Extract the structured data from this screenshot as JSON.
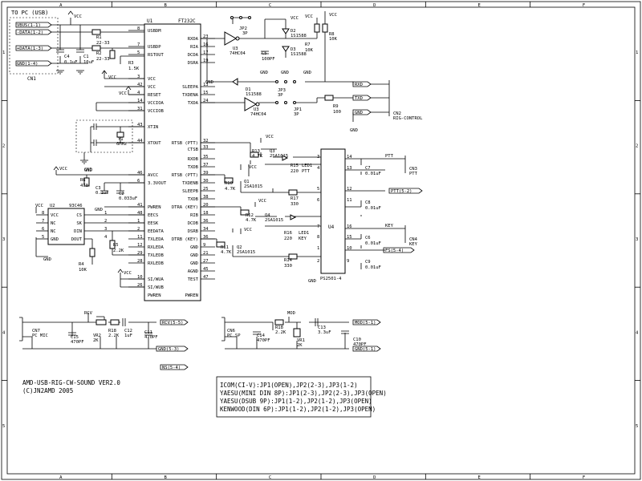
{
  "frame": {
    "cols_top": [
      "A",
      "B",
      "C",
      "D",
      "E",
      "F"
    ],
    "rows_left": [
      "1",
      "2",
      "3",
      "4",
      "5"
    ]
  },
  "cn1": {
    "title": "TO PC (USB)",
    "pins": [
      "VBUS(1-1)",
      "-DATA(1-2)",
      "+DATA(1-3)",
      "GND(1-4)"
    ],
    "ref": "CN1"
  },
  "u1": {
    "ref": "U1",
    "part": "FT232C",
    "left_pins": [
      {
        "name": "USBDM",
        "num": "8"
      },
      {
        "name": "USBDP",
        "num": "7"
      },
      {
        "name": "RSTOUT",
        "num": "5"
      },
      {
        "name": "VCC",
        "num": "3"
      },
      {
        "name": "VCC",
        "num": "42"
      },
      {
        "name": "RESET",
        "num": "4"
      },
      {
        "name": "VCCIOA",
        "num": "14"
      },
      {
        "name": "VCCIOB",
        "num": "31"
      },
      {
        "name": "XTIN",
        "num": "43"
      },
      {
        "name": "XTOUT",
        "num": "44"
      },
      {
        "name": "AVCC",
        "num": "46"
      },
      {
        "name": "3.3VOUT",
        "num": "6"
      },
      {
        "name": "PWREN",
        "num": "41"
      },
      {
        "name": "EECS",
        "num": "48"
      },
      {
        "name": "EESK",
        "num": "1"
      },
      {
        "name": "EEDATA",
        "num": "2"
      },
      {
        "name": "TXLEDA",
        "num": "11"
      },
      {
        "name": "RXLEDA",
        "num": "12"
      },
      {
        "name": "TXLEDB",
        "num": "29"
      },
      {
        "name": "RXLEDB",
        "num": "28"
      },
      {
        "name": "SI/WUA",
        "num": "10"
      },
      {
        "name": "SI/WUB",
        "num": "26"
      },
      {
        "name": "PWREN",
        "num": ""
      }
    ],
    "right_pins": [
      {
        "name": "RXDA",
        "num": "23"
      },
      {
        "name": "RIA",
        "num": "16"
      },
      {
        "name": "DCDA",
        "num": "17"
      },
      {
        "name": "DSRA",
        "num": "19"
      },
      {
        "name": "SLEEPA",
        "num": "13"
      },
      {
        "name": "TXDENA",
        "num": "15"
      },
      {
        "name": "TXDA",
        "num": "24"
      },
      {
        "name": "RTSB (PTT)",
        "num": "32"
      },
      {
        "name": "CTSB",
        "num": "33"
      },
      {
        "name": "RXDB",
        "num": "35"
      },
      {
        "name": "TXDB",
        "num": "37"
      },
      {
        "name": "RTSB (PTT)",
        "num": "39"
      },
      {
        "name": "TXDENB",
        "num": "30"
      },
      {
        "name": "SLEEPB",
        "num": "25"
      },
      {
        "name": "TXDB",
        "num": "38"
      },
      {
        "name": "DTRA (KEY)",
        "num": "20"
      },
      {
        "name": "RIB",
        "num": "18"
      },
      {
        "name": "DCDB",
        "num": "36"
      },
      {
        "name": "DSRB",
        "num": "34"
      },
      {
        "name": "DTRB (KEY)",
        "num": "36"
      },
      {
        "name": "GND",
        "num": "9"
      },
      {
        "name": "GND",
        "num": "21"
      },
      {
        "name": "GND",
        "num": "27"
      },
      {
        "name": "AGND",
        "num": "45"
      },
      {
        "name": "TEST",
        "num": "47"
      },
      {
        "name": "PWREN",
        "num": ""
      }
    ]
  },
  "u2": {
    "ref": "U2",
    "part": "93C46",
    "left_pins": [
      {
        "name": "VCC",
        "num": "8"
      },
      {
        "name": "NC",
        "num": "7"
      },
      {
        "name": "NC",
        "num": "6"
      },
      {
        "name": "GND",
        "num": "5"
      }
    ],
    "right_pins": [
      {
        "name": "CS",
        "num": "1"
      },
      {
        "name": "SK",
        "num": "2"
      },
      {
        "name": "DIN",
        "num": "3"
      },
      {
        "name": "DOUT",
        "num": "4"
      }
    ]
  },
  "u3": {
    "ref": "U3",
    "part": "74HC04",
    "ref2": "U3",
    "part2": "74HC04"
  },
  "u4": {
    "ref": "U4",
    "part": "PS2501-4",
    "left_pins": [
      "3",
      "4",
      "5",
      "6",
      "7",
      "8",
      "1",
      "2"
    ],
    "right_pins": [
      "14",
      "13",
      "12",
      "11",
      "16",
      "15",
      "10",
      "9"
    ]
  },
  "labels": {
    "vcc": "VCC",
    "gnd": "GND",
    "r1": "R1",
    "r1v": "22-33",
    "r2": "R2",
    "r2v": "22-33",
    "r3": "R3",
    "r3v": "1.5K",
    "r4": "R4",
    "r4v": "10K",
    "r5": "R5",
    "r5v": "2.2K",
    "r6": "R6",
    "r6v": "470",
    "r7": "R7",
    "r7v": "10K",
    "r8": "R8",
    "r8v": "10K",
    "r9": "R9",
    "r9v": "100",
    "r10": "R10",
    "r10v": "4.7K",
    "r11": "R11",
    "r11v": "4.7K",
    "r12": "R12",
    "r12v": "4.7K",
    "r13": "R13",
    "r13v": "4.7K",
    "r14": "R14",
    "r14v": "330",
    "r15": "R15",
    "r15v": "220",
    "r16": "R16",
    "r16v": "220",
    "r17": "R17",
    "r17v": "330",
    "r18": "R18",
    "r18v": "2.2K",
    "c1": "C1",
    "c1v": "10uF",
    "c2": "C2",
    "c2v": "0.033uF",
    "c3": "C3",
    "c3v": "0.1uF",
    "c4": "C4",
    "c4v": "0.1uF",
    "c5": "C5",
    "c5v": "100PF",
    "c6": "C6",
    "c6v": "0.01uF",
    "c7": "C7",
    "c7v": "0.01uF",
    "c8": "C8",
    "c8v": "0.01uF",
    "c9": "C9",
    "c9v": "0.01uF",
    "c10": "C10",
    "c10v": "470PF",
    "c11": "C11",
    "c11v": "470PF",
    "c12": "C12",
    "c12v": "1uF",
    "c13": "C13",
    "c13v": "3.3uF",
    "c14": "C14",
    "c14v": "470PF",
    "c15": "C15",
    "c15v": "470PF",
    "d1": "D1",
    "d1v": "1S1588",
    "d2": "D2",
    "d2v": "1S1588",
    "d3": "D3",
    "d3v": "1S1588",
    "q1": "Q1",
    "q1v": "2SA1015",
    "q2": "Q2",
    "q2v": "2SA1015",
    "q3": "Q3",
    "q3v": "2SA1015",
    "q4": "Q4",
    "q4v": "2SA1015",
    "y1": "Y1",
    "y1v": "6MHz",
    "jp1": "JP1",
    "jp2": "JP2",
    "jp3": "JP3",
    "jpv": "3P",
    "vr1": "VR1",
    "vr1v": "2K",
    "vr2": "VR2",
    "vr2v": "2K",
    "led1a": "LED1",
    "led1a_v": "PTT",
    "led1b": "LED1",
    "led1b_v": "KEY",
    "rcv": "RCV",
    "mod": "MOD"
  },
  "nets": {
    "rxd": "RXD",
    "txd": "TXD",
    "gnd_net": "GND",
    "ptt": "PTT",
    "ptt_net": "PTT(5-2)",
    "key": "KEY",
    "fs": "FS(5-4)",
    "rcv_in": "RCV(5-5)",
    "gnd_a": "GND(5-3)",
    "ns": "NS(5-4)",
    "mod_in": "MOD(5-1)",
    "gnd_b": "GND(5-1)"
  },
  "connectors": {
    "cn2": "CN2",
    "cn2_label": "RIG-CONTROL",
    "cn3": "CN3",
    "cn3_label": "PTT",
    "cn4": "CN4",
    "cn4_label": "KEY",
    "cn5": "CN7",
    "cn5_label": "PC MIC",
    "cn6": "CN6",
    "cn6_label": "PC SP"
  },
  "title_block": {
    "line1": "AMD-USB-RIG-CW-SOUND VER2.0",
    "line2": "(C)JN2AMD 2005"
  },
  "jumper_table": [
    "ICOM(CI-V):JP1(OPEN),JP2(2-3),JP3(1-2)",
    "YAESU(MINI DIN 8P):JP1(2-3),JP2(2-3),JP3(OPEN)",
    "YAESU(DSUB 9P):JP1(1-2),JP2(1-2),JP3(OPEN)",
    "KENWOOD(DIN 6P):JP1(1-2),JP2(1-2),JP3(OPEN)"
  ]
}
